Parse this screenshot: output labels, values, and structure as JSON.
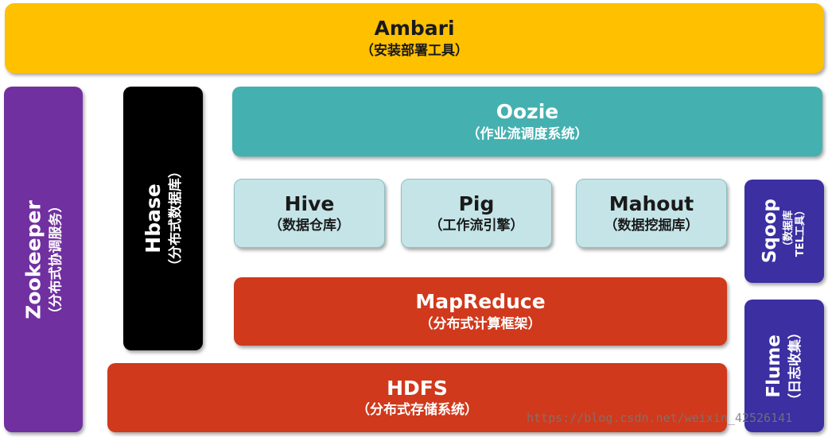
{
  "ambari": {
    "title": "Ambari",
    "subtitle": "（安装部署工具）"
  },
  "oozie": {
    "title": "Oozie",
    "subtitle": "（作业流调度系统）"
  },
  "hive": {
    "title": "Hive",
    "subtitle": "（数据仓库）"
  },
  "pig": {
    "title": "Pig",
    "subtitle": "（工作流引擎）"
  },
  "mahout": {
    "title": "Mahout",
    "subtitle": "（数据挖掘库）"
  },
  "mapreduce": {
    "title": "MapReduce",
    "subtitle": "（分布式计算框架）"
  },
  "hdfs": {
    "title": "HDFS",
    "subtitle": "（分布式存储系统）"
  },
  "zookeeper": {
    "title": "Zookeeper",
    "subtitle": "（分布式协调服务）"
  },
  "hbase": {
    "title": "Hbase",
    "subtitle": "（分布式数据库）"
  },
  "sqoop": {
    "title": "Sqoop",
    "subtitle_line1": "（数据库",
    "subtitle_line2": "TEL工具）"
  },
  "flume": {
    "title": "Flume",
    "subtitle": "（日志收集）"
  },
  "watermark": "https://blog.csdn.net/weixin_42526141",
  "colors": {
    "ambari": "#ffc000",
    "oozie": "#45b0b0",
    "hive_pig_mahout": "#c4e4e7",
    "mapreduce_hdfs": "#d0391c",
    "zookeeper": "#7030a0",
    "hbase": "#000000",
    "sqoop_flume": "#3b2fa2"
  }
}
